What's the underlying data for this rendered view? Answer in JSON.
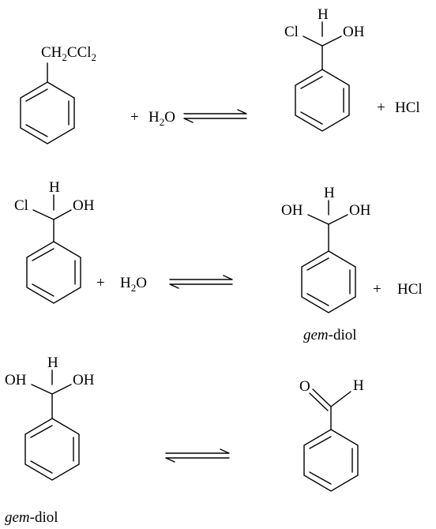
{
  "colors": {
    "ink": "#000000",
    "background": "#ffffff"
  },
  "reaction1": {
    "reactant_substituent": {
      "main": "CH",
      "sub1": "2",
      "mid": "CCl",
      "sub2": "2"
    },
    "plus1": "+",
    "water": {
      "main": "H",
      "sub": "2",
      "end": "O"
    },
    "product": {
      "top_h": "H",
      "left_group": "Cl",
      "right_group": "OH"
    },
    "plus2": "+",
    "byproduct": "HCl",
    "arrow": "equilibrium-arrows"
  },
  "reaction2": {
    "reactant": {
      "top_h": "H",
      "left_group": "Cl",
      "right_group": "OH"
    },
    "plus1": "+",
    "water": {
      "main": "H",
      "sub": "2",
      "end": "O"
    },
    "product": {
      "top_h": "H",
      "left_group": "OH",
      "right_group": "OH",
      "caption_italic": "gem",
      "caption_rest": "-diol"
    },
    "plus2": "+",
    "byproduct": "HCl",
    "arrow": "equilibrium-arrows"
  },
  "reaction3": {
    "reactant": {
      "top_h": "H",
      "left_group": "OH",
      "right_group": "OH",
      "caption_italic": "gem",
      "caption_rest": "-diol"
    },
    "product": {
      "o_label": "O",
      "h_label": "H"
    },
    "arrow": "equilibrium-arrows"
  }
}
